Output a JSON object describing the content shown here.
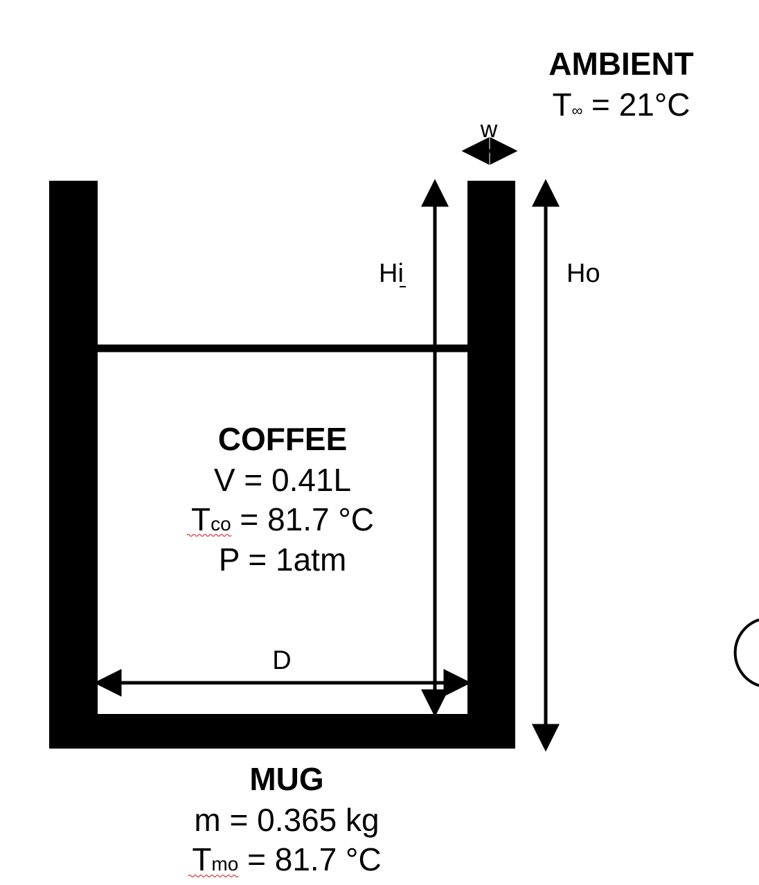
{
  "ambient": {
    "title": "AMBIENT",
    "temp_symbol": "T",
    "temp_sub": "∞",
    "temp_value": " = 21°C"
  },
  "dimensions": {
    "wall_thickness": "w",
    "inner_height_main": "H",
    "inner_height_sub": "i",
    "outer_height": "Ho",
    "diameter": "D"
  },
  "coffee": {
    "title": "COFFEE",
    "volume": "V = 0.41L",
    "temp_symbol": "T",
    "temp_sub": "co",
    "temp_value": " = 81.7 °C",
    "pressure": "P = 1atm"
  },
  "mug": {
    "title": "MUG",
    "mass": "m = 0.365 kg",
    "temp_symbol": "T",
    "temp_sub": "mo",
    "temp_value": " = 81.7 °C"
  },
  "colors": {
    "ink": "#000000",
    "background": "#ffffff",
    "spellcheck": "#d23a3a"
  }
}
